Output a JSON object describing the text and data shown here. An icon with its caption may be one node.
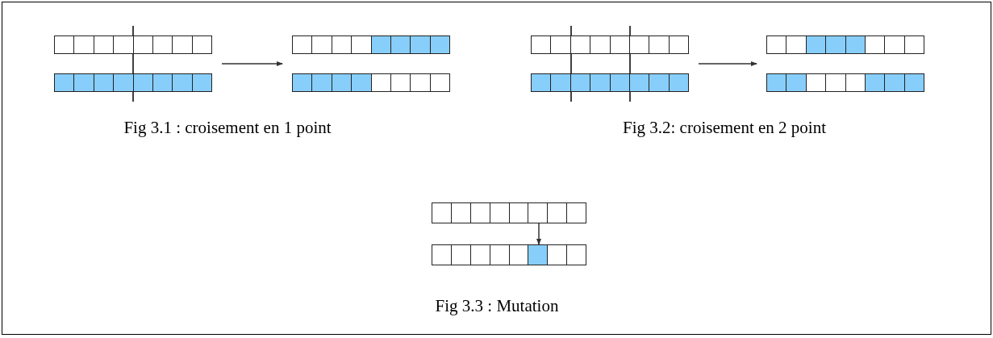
{
  "diagram": {
    "nodes": [
      {
        "text": [],
        "shape": "box"
      },
      {
        "text": [],
        "shape": "bar",
        "in": 0
      },
      {
        "text": [],
        "shape": "bar",
        "in": 0
      },
      {
        "text": [],
        "shape": "box"
      },
      {
        "text": [],
        "shape": "bar",
        "in": 3
      },
      {
        "text": [],
        "shape": "bar",
        "in": 3
      },
      {
        "text": [],
        "shape": "box"
      },
      {
        "text": [],
        "shape": "bar",
        "in": 6
      },
      {
        "text": [],
        "shape": "bar",
        "in": 6
      },
      {
        "text": [],
        "shape": "box"
      },
      {
        "text": [],
        "shape": "bar",
        "in": 9
      },
      {
        "text": [],
        "shape": "bar",
        "in": 9
      },
      {
        "text": [],
        "shape": "bar"
      },
      {
        "text": [],
        "shape": "bar"
      }
    ],
    "edges": [
      {
        "from": 0,
        "to": 3,
        "arrow": "to"
      },
      {
        "from": 6,
        "to": 9,
        "arrow": "to"
      },
      {
        "from": 12,
        "to": 13,
        "arrow": "to"
      }
    ],
    "labels": [
      "Fig 3.1 : croisement en 1 point",
      "Fig 3.2: croisement en 2 point",
      "Fig 3.3 : Mutation"
    ]
  }
}
